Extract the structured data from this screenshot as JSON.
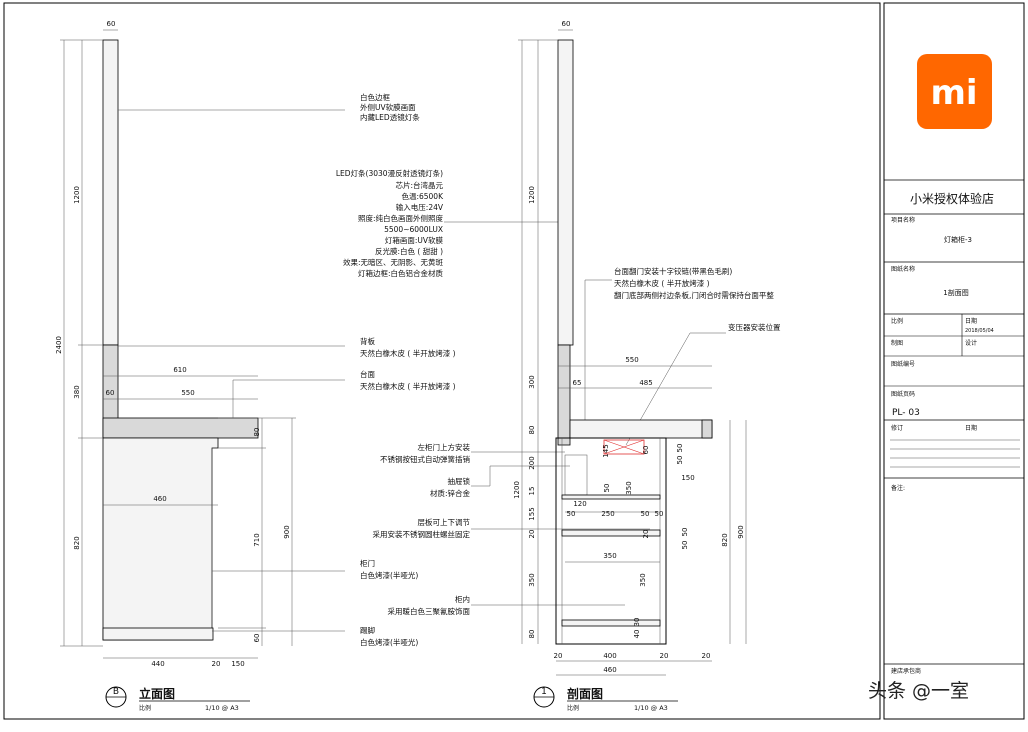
{
  "title_block": {
    "store_name": "小米授权体验店",
    "project_label": "项目名称",
    "project_name": "灯箱柜-3",
    "drawing_label": "图纸名称",
    "drawing_name": "1剖面图",
    "scale_label": "比例",
    "date_label": "日期",
    "date_value": "2018/05/04",
    "drawn_label": "制图",
    "design_label": "设计",
    "number_label": "图纸编号",
    "page_label": "图纸页码",
    "page_value": "PL- 03",
    "revision_label": "修订",
    "revision_date_label": "日期",
    "remarks_label": "备注:",
    "contractor_label": "建店承包商"
  },
  "views": {
    "elevation": {
      "number": "B",
      "title": "立面图",
      "scale_label": "比例",
      "scale": "1/10 @ A3"
    },
    "section": {
      "number": "1",
      "title": "剖面图",
      "scale_label": "比例",
      "scale": "1/10 @ A3"
    }
  },
  "notes": {
    "frame": [
      "白色边框",
      "外侧UV软膜画面",
      "内藏LED透镜灯条"
    ],
    "led": [
      "LED灯条(3030漫反射透镜灯条)",
      "芯片:台湾晶元",
      "色温:6500K",
      "输入电压:24V",
      "照度:纯白色画面外侧照度",
      "5500~6000LUX",
      "灯箱画面:UV软膜",
      "反光膜:白色 ( 甜甜 )",
      "效果:无暗区、无阴影、无黄斑",
      "灯箱边框:白色铝合金材质"
    ],
    "back": [
      "背板",
      "天然白橡木皮 ( 半开放烤漆 )"
    ],
    "top": [
      "台面",
      "天然白橡木皮 ( 半开放烤漆 )"
    ],
    "hinge": [
      "左柜门上方安装",
      "不锈钢按钮式自动弹簧插销"
    ],
    "drawer_lock": [
      "抽屉锁",
      "材质:锌合金"
    ],
    "shelf": [
      "层板可上下调节",
      "采用安装不锈钢圆柱螺丝固定"
    ],
    "door": [
      "柜门",
      "白色烤漆(半哑光)"
    ],
    "interior": [
      "柜内",
      "采用暖白色三聚氰胺饰面"
    ],
    "kick": [
      "踢脚",
      "白色烤漆(半哑光)"
    ],
    "flap": [
      "台面翻门安装十字铰链(带黑色毛刷)",
      "天然白橡木皮 ( 半开放烤漆 )",
      "翻门底部两侧衬边条板,门闭合时需保持台面平整"
    ],
    "transformer": [
      "变压器安装位置"
    ]
  },
  "dims_elevation": {
    "top_width": "60",
    "h1200": "1200",
    "h2400": "2400",
    "h380": "380",
    "h820": "820",
    "w610": "610",
    "w60": "60",
    "w550": "550",
    "w460": "460",
    "w440": "440",
    "w20": "20",
    "w150": "150",
    "r80": "80",
    "r900": "900",
    "r710": "710",
    "r60": "60"
  },
  "dims_section": {
    "top_width": "60",
    "h1200": "1200",
    "h300": "300",
    "h80": "80",
    "h200": "200",
    "h15": "15",
    "h155": "155",
    "h20": "20",
    "h350": "350",
    "h80b": "80",
    "h1200b": "1200",
    "h820": "820",
    "h900": "900",
    "w550": "550",
    "w65": "65",
    "w485": "485",
    "w145": "145",
    "w50a": "50",
    "w50b": "50",
    "w60": "60",
    "w150": "150",
    "w120": "120",
    "w250": "250",
    "w50c": "50",
    "w50d": "50",
    "w350a": "350",
    "w350b": "350",
    "w350c": "350",
    "w20a": "20",
    "w20b": "20",
    "w20c": "20",
    "w400": "400",
    "w460": "460",
    "in50a": "50",
    "in50b": "50",
    "in50c": "50",
    "in50d": "50",
    "in20": "20",
    "in40": "40",
    "in30": "30"
  },
  "watermark": "头条 @一室",
  "logo_text": "mi",
  "colors": {
    "logo": "#ff6700"
  }
}
